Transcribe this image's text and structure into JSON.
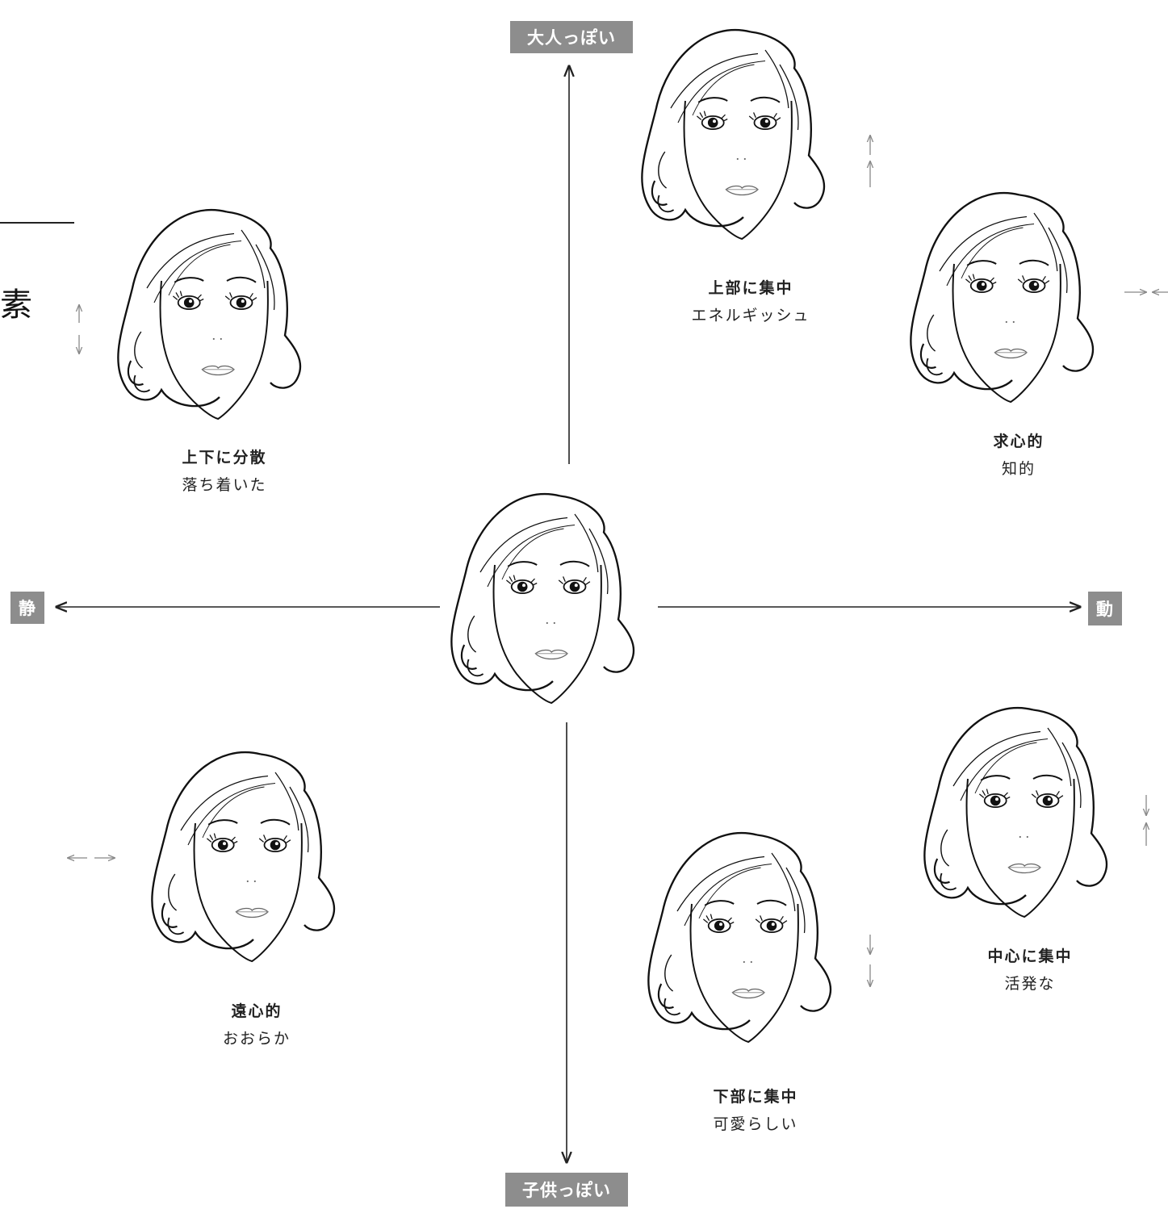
{
  "axes": {
    "top": "大人っぽい",
    "bottom": "子供っぽい",
    "left": "静",
    "right": "動"
  },
  "margin_text": "素",
  "faces": [
    {
      "id": "center",
      "title": "",
      "desc": ""
    },
    {
      "id": "top-right-upper",
      "title": "上部に集中",
      "desc": "エネルギッシュ"
    },
    {
      "id": "top-right-far",
      "title": "求心的",
      "desc": "知的"
    },
    {
      "id": "top-left",
      "title": "上下に分散",
      "desc": "落ち着いた"
    },
    {
      "id": "bottom-left",
      "title": "遠心的",
      "desc": "おおらか"
    },
    {
      "id": "bottom-right-lower",
      "title": "下部に集中",
      "desc": "可愛らしい"
    },
    {
      "id": "bottom-right-far",
      "title": "中心に集中",
      "desc": "活発な"
    }
  ],
  "colors": {
    "label_bg": "#8d8d8d",
    "line": "#222222",
    "hint_arrow": "#888888"
  }
}
